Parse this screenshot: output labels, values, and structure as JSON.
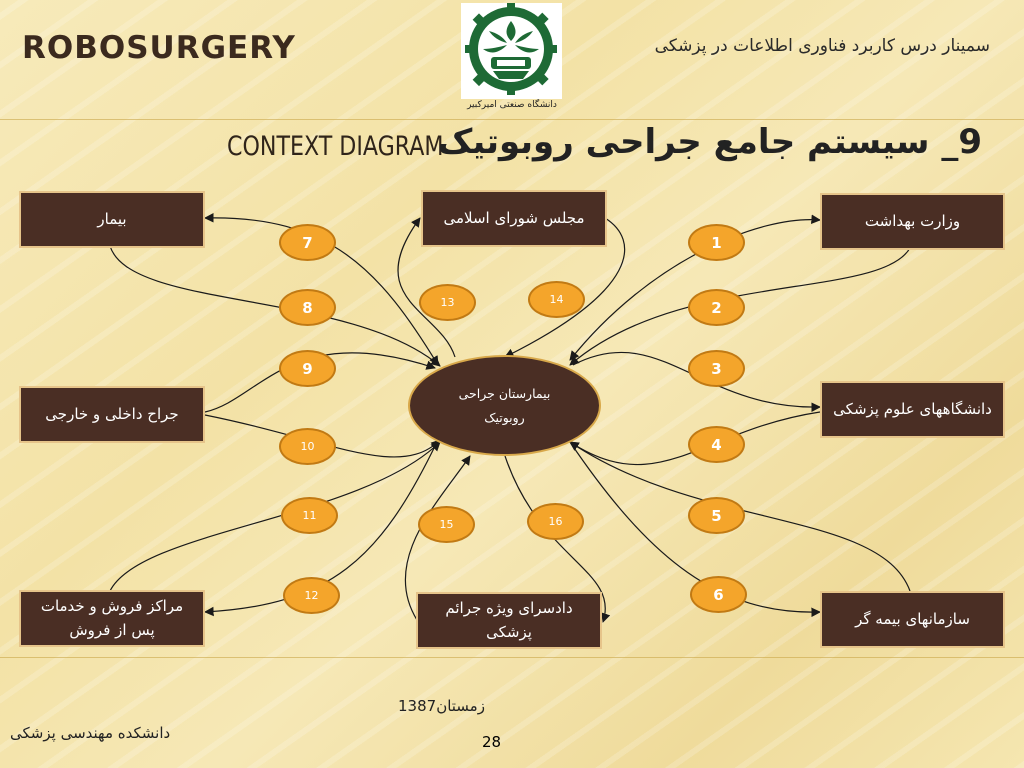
{
  "header": {
    "title_left": "ROBOSURGERY",
    "seminar": "سمینار درس کاربرد فناوری اطلاعات در پزشکی",
    "university": "دانشگاه صنعتی امیرکبیر",
    "context_label": "CONTEXT DIAGRAM",
    "main_title": "9_ سیستم جامع جراحی روبوتیک"
  },
  "diagram": {
    "center": "بیمارستان جراحی روبوتیک",
    "entities": {
      "patient": "بیمار",
      "parliament": "مجلس شورای اسلامی",
      "ministry": "وزارت بهداشت",
      "surgeon": "جراح داخلی و خارجی",
      "universities": "دانشگاههای علوم پزشکی",
      "sales": "مراکز فروش و خدمات پس از فروش",
      "court": "دادسرای ویژه جرائم پزشکی",
      "insurance": "سازمانهای بیمه گر"
    },
    "flows": [
      "1",
      "2",
      "3",
      "4",
      "5",
      "6",
      "7",
      "8",
      "9",
      "10",
      "11",
      "12",
      "13",
      "14",
      "15",
      "16"
    ]
  },
  "footer": {
    "season": "زمستان1387",
    "faculty": "دانشکده مهندسی پزشکی",
    "page": "28"
  },
  "colors": {
    "entity_fill": "#4a2e24",
    "flow_fill": "#f4a52b",
    "background": "#f5e6b0"
  }
}
